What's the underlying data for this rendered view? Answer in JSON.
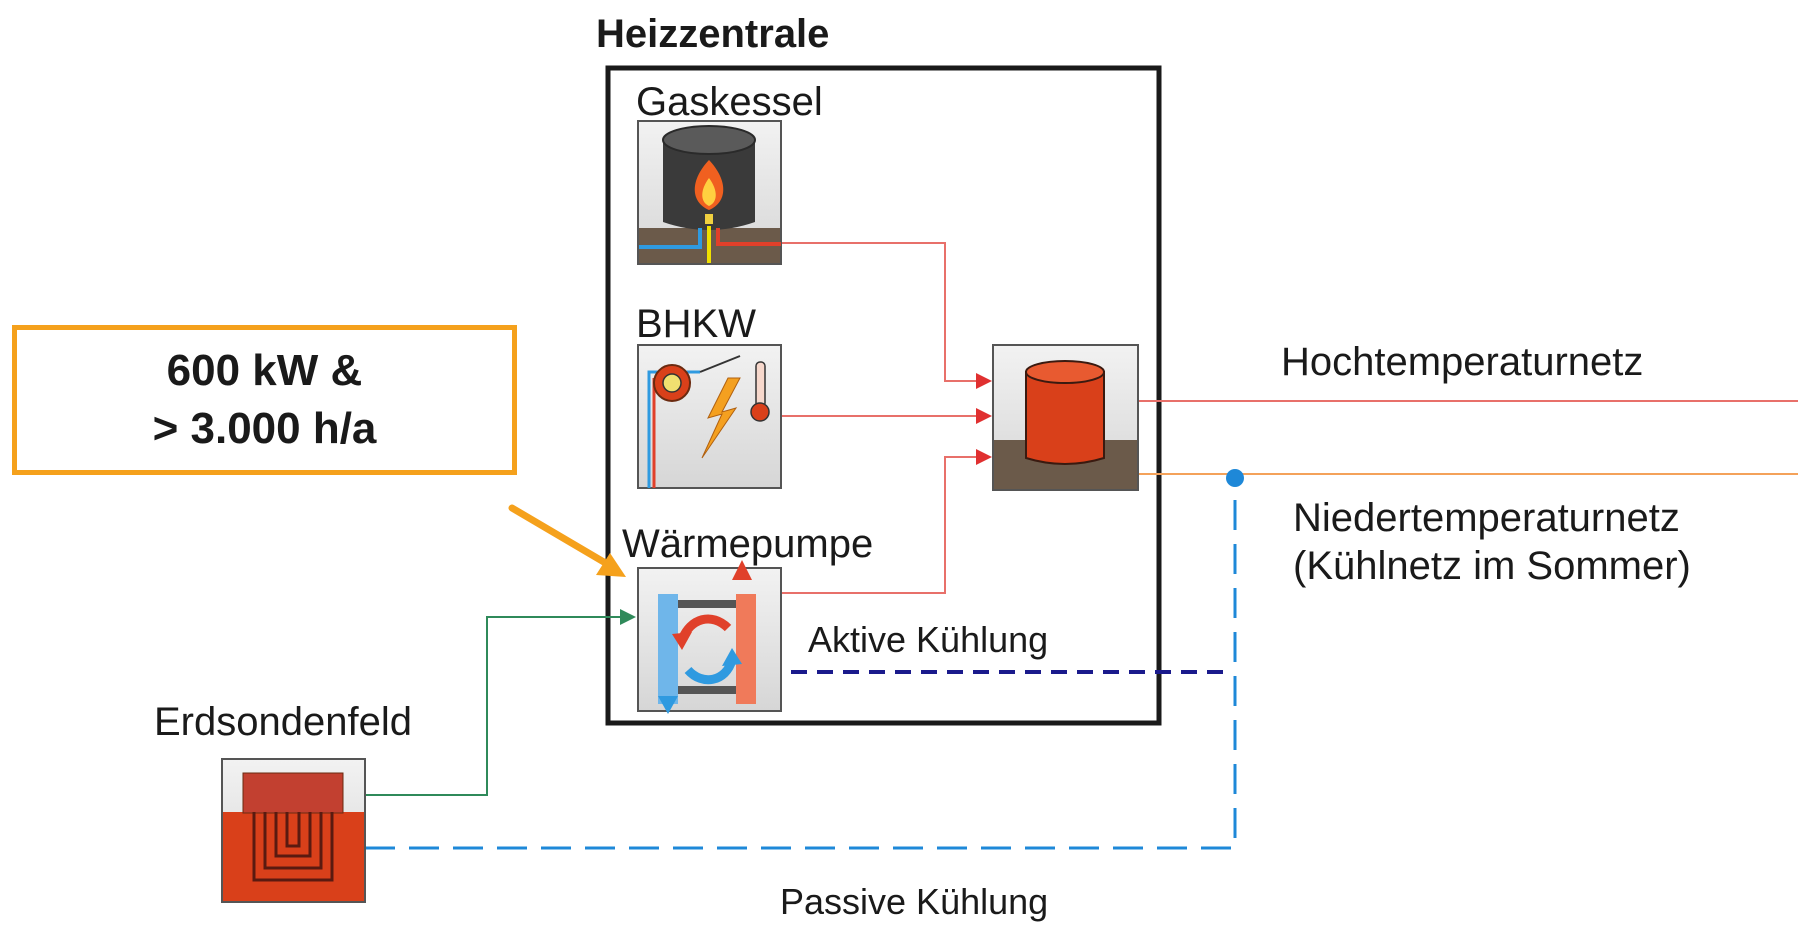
{
  "diagram": {
    "title": "Heizzentrale",
    "components": {
      "gaskessel": "Gaskessel",
      "bhkw": "BHKW",
      "waermepumpe": "Wärmepumpe",
      "erdsondenfeld": "Erdsondenfeld"
    },
    "networks": {
      "hochtemperatur": "Hochtemperaturnetz",
      "niedertemperatur_line1": "Niedertemperaturnetz",
      "niedertemperatur_line2": "(Kühlnetz im Sommer)"
    },
    "flows": {
      "aktive_kuehlung": "Aktive Kühlung",
      "passive_kuehlung": "Passive Kühlung"
    },
    "callout": {
      "line1": "600 kW &",
      "line2": "> 3.000 h/a"
    },
    "colors": {
      "hot_line": "#e8706a",
      "warm_line": "#f4a25a",
      "ground_line": "#2f8a5a",
      "active_cooling": "#1a1a8c",
      "passive_cooling": "#1e88d8",
      "callout_border": "#f5a11c",
      "storage_red": "#d9401a"
    }
  }
}
